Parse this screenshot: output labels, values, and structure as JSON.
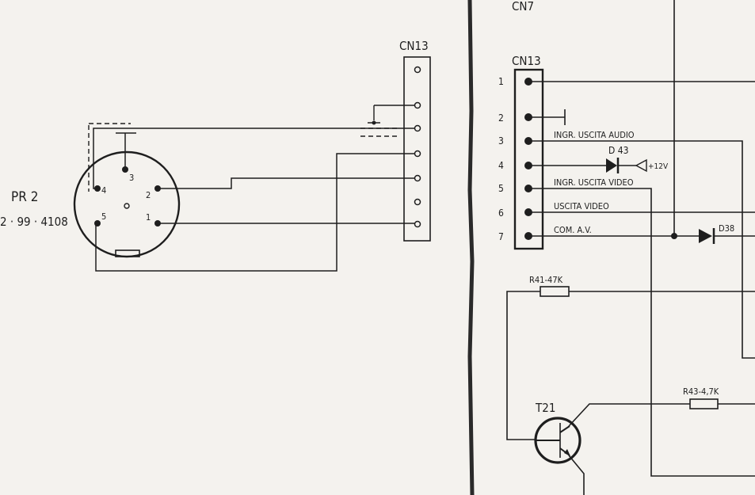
{
  "left": {
    "connector_id": "CN13",
    "plug_name": "PR 2",
    "plug_code": "2 · 99 · 4108",
    "pins": [
      "1",
      "2",
      "3",
      "4",
      "5"
    ]
  },
  "right": {
    "top_connector": "CN7",
    "connector_id": "CN13",
    "pin_numbers": [
      "1",
      "2",
      "3",
      "4",
      "5",
      "6",
      "7"
    ],
    "signals": {
      "audio": "INGR. USCITA AUDIO",
      "video_in": "INGR. USCITA VIDEO",
      "video_out": "USCITA VIDEO",
      "com": "COM. A.V."
    },
    "diode_d43": "D 43",
    "supply": "+12V",
    "diode_d38": "D38",
    "resistor_r41": "R41-47K",
    "resistor_r43": "R43-4,7K",
    "transistor": "T21"
  },
  "colors": {
    "ink": "#1e1e1e",
    "paper": "#f4f2ee",
    "fold": "#2a2a2a"
  }
}
